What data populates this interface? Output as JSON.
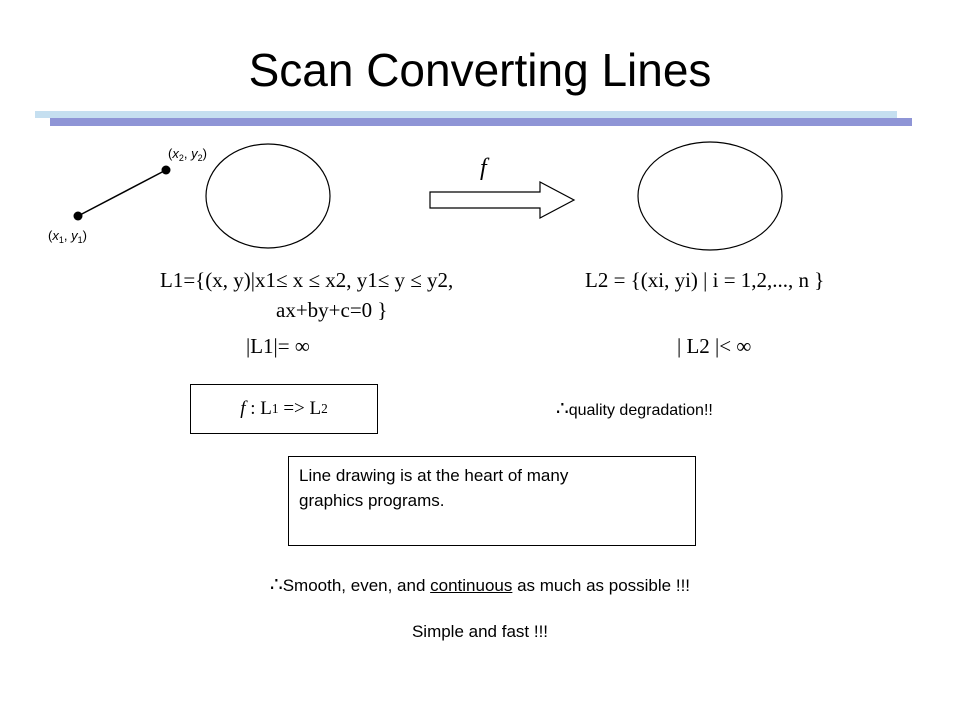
{
  "title": "Scan Converting Lines",
  "points": {
    "p1": "(x1, y1)",
    "p2": "(x2, y2)"
  },
  "mapping_symbol": "f",
  "set1": {
    "line1": "L1={(x, y)|x1≤ x ≤ x2, y1≤ y ≤ y2,",
    "line2": "ax+by+c=0 }",
    "cardinality": "|L1|= ∞"
  },
  "set2": {
    "line1": "L2 = {(xi, yi) | i = 1,2,..., n }",
    "cardinality": "| L2 |< ∞"
  },
  "mapping": {
    "f": "f",
    "from": "L",
    "from_sub": "1",
    "arrow": " => ",
    "to": "L",
    "to_sub": "2"
  },
  "quality": {
    "therefore": "∴",
    "text": "quality degradation!!"
  },
  "info": {
    "line1": "Line drawing is at the heart of many",
    "line2": "graphics programs."
  },
  "smooth": {
    "therefore": "∴",
    "before": "Smooth, even, and ",
    "underlined": "continuous",
    "after": " as much as possible !!!"
  },
  "simple": "Simple and fast !!!",
  "colors": {
    "bar_light": "#c5dff0",
    "bar_dark": "#8f95d6"
  }
}
